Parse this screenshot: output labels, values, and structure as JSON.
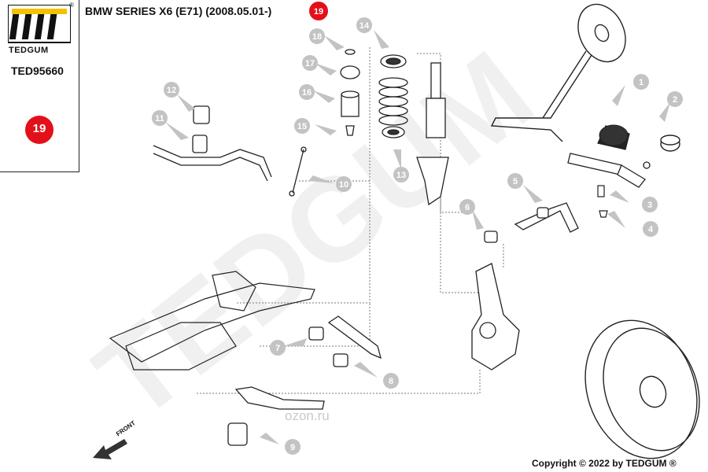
{
  "brand": {
    "name": "TEDGUM",
    "registered_mark": "®",
    "part_number": "TED95660",
    "highlighted_callout": "19"
  },
  "header": {
    "title": "BMW SERIES X6 (E71)  (2008.05.01-)",
    "title_badge": "19"
  },
  "watermark": {
    "text": "TEDGUM",
    "site": "ozon.ru"
  },
  "labels": {
    "front": "FRONT"
  },
  "footer": {
    "copyright": "Copyright © 2022 by TEDGUM ®"
  },
  "callouts": [
    {
      "n": "1"
    },
    {
      "n": "2"
    },
    {
      "n": "3"
    },
    {
      "n": "4"
    },
    {
      "n": "5"
    },
    {
      "n": "6"
    },
    {
      "n": "7"
    },
    {
      "n": "8"
    },
    {
      "n": "9"
    },
    {
      "n": "10"
    },
    {
      "n": "11"
    },
    {
      "n": "12"
    },
    {
      "n": "13"
    },
    {
      "n": "14"
    },
    {
      "n": "15"
    },
    {
      "n": "16"
    },
    {
      "n": "17"
    },
    {
      "n": "18"
    }
  ],
  "colors": {
    "accent": "#e3101a",
    "callout_gray": "#bdbdbd",
    "watermark": "#ededed",
    "line": "#333333"
  }
}
